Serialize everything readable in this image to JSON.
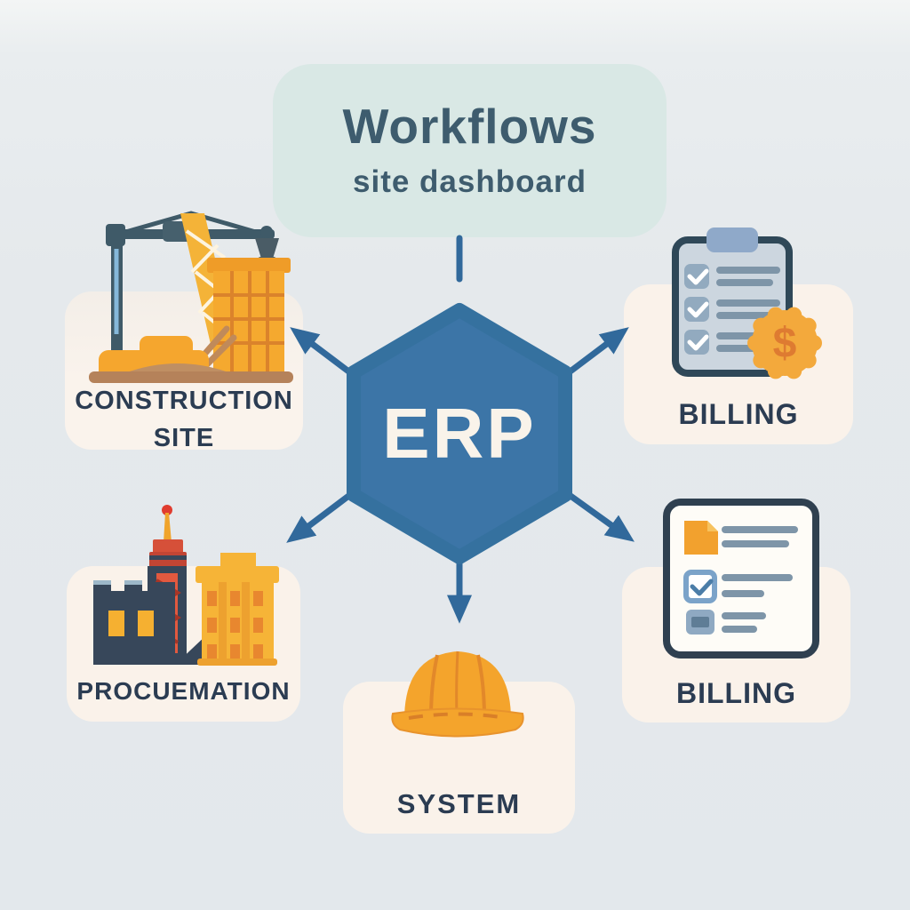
{
  "workflows_box": {
    "title": "Workflows",
    "subtitle": "site dashboard"
  },
  "erp": {
    "label": "ERP"
  },
  "nodes": {
    "construction": {
      "line1": "CONSTRUCTION",
      "line2": "SITE"
    },
    "billing_top": {
      "label": "BILLING"
    },
    "procurement": {
      "label": "PROCUEMATION"
    },
    "billing_bottom": {
      "label": "BILLING"
    },
    "system": {
      "label": "SYSTEM"
    }
  },
  "badge": {
    "symbol": "$"
  },
  "colors": {
    "background": "#e5e9ec",
    "workflows_box_bg": "#d9e8e5",
    "node_box_bg": "#faf2ea",
    "hexagon_fill": "#3c75a7",
    "arrow": "#31699b",
    "label_text": "#2b3c52",
    "title_text": "#3e5c6e",
    "accent_orange": "#f5a62e",
    "accent_navy": "#37475a",
    "badge_orange": "#f3a93c"
  }
}
